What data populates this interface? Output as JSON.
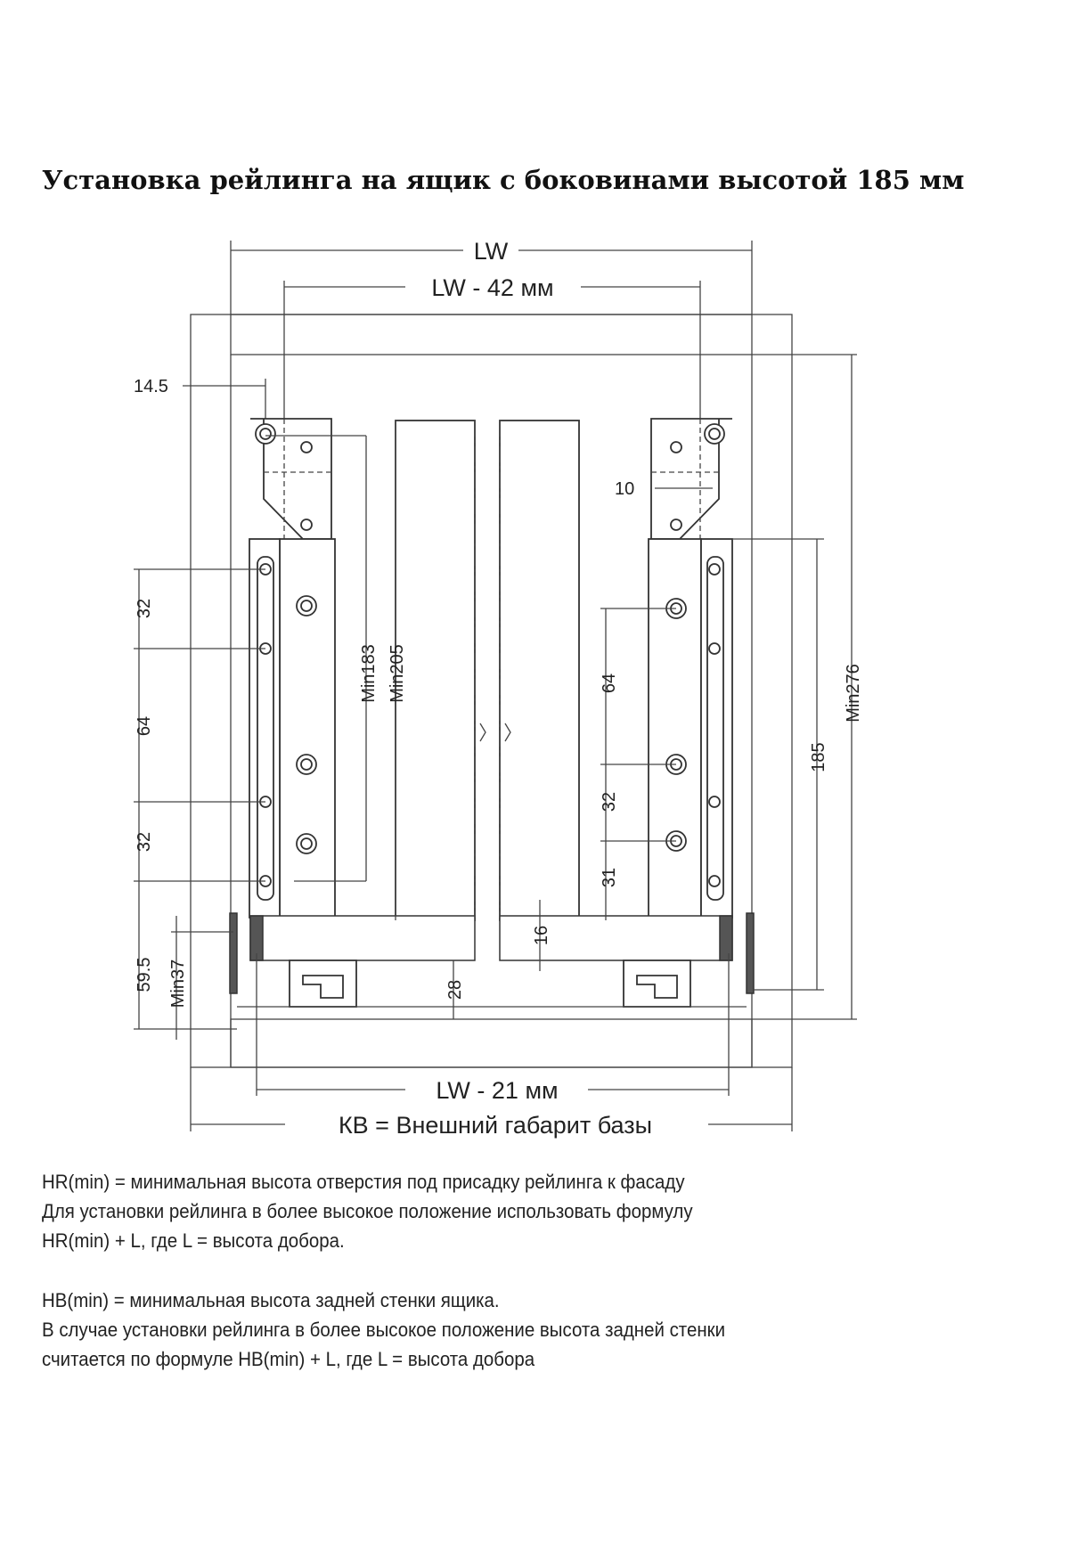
{
  "title": "Установка рейлинга на ящик с боковинами высотой 185 мм",
  "diagram": {
    "dim_lw": "LW",
    "dim_lw_42": "LW - 42 мм",
    "dim_lw_21": "LW -  21 мм",
    "dim_kb": "КВ = Внешний габарит базы",
    "dim_14_5": "14.5",
    "dim_10": "10",
    "dim_left_32_top": "32",
    "dim_left_64": "64",
    "dim_left_32_bottom": "32",
    "dim_59_5": "59.5",
    "dim_min37": "Min37",
    "dim_min183": "Min183",
    "dim_min205": "Min205",
    "dim_right_64": "64",
    "dim_right_32": "32",
    "dim_right_31": "31",
    "dim_16": "16",
    "dim_28": "28",
    "dim_185": "185",
    "dim_min276": "Min276"
  },
  "notes": [
    "HR(min) = минимальная высота отверстия под присадку рейлинга к фасаду",
    "Для установки рейлинга в более высокое положение использовать формулу",
    "HR(min) + L,  где L = высота добора.",
    "HB(min) = минимальная высота задней стенки ящика.",
    "В случае установки рейлинга в более высокое положение высота задней стенки",
    "считается по формуле HB(min) + L, где L = высота добора"
  ]
}
